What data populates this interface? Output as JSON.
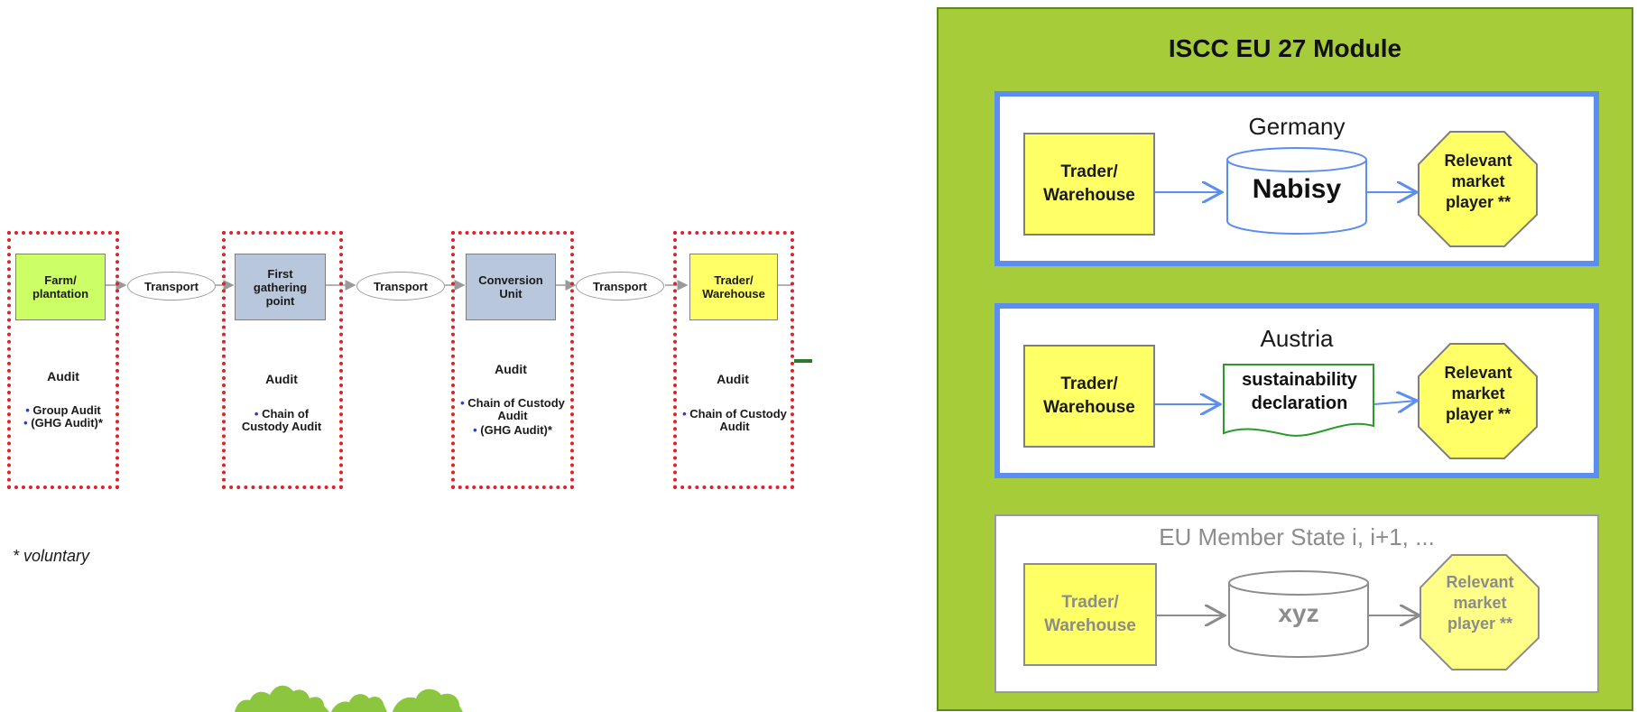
{
  "chain": {
    "stage1": {
      "box": "Farm/ plantation",
      "audit": "Audit",
      "items": [
        "Group Audit",
        "(GHG Audit)*"
      ]
    },
    "stage2": {
      "box": "First gathering point",
      "audit": "Audit",
      "items": [
        "Chain of Custody Audit"
      ]
    },
    "stage3": {
      "box": "Conversion Unit",
      "audit": "Audit",
      "items": [
        "Chain of Custody Audit",
        "(GHG Audit)*"
      ]
    },
    "stage4": {
      "box": "Trader/ Warehouse",
      "audit": "Audit",
      "items": [
        "Chain of Custody Audit"
      ]
    },
    "transport": [
      "Transport",
      "Transport",
      "Transport"
    ]
  },
  "footnote": "*  voluntary",
  "module": {
    "title": "ISCC  EU 27 Module",
    "germany": {
      "title": "Germany",
      "trader": "Trader/ Warehouse",
      "middle": "Nabisy",
      "player": "Relevant market player **"
    },
    "austria": {
      "title": "Austria",
      "trader": "Trader/ Warehouse",
      "middle": "sustainability declaration",
      "player": "Relevant market player **"
    },
    "member": {
      "title": "EU Member State i, i+1, ...",
      "trader": "Trader/ Warehouse",
      "middle": "xyz",
      "player": "Relevant market player **"
    }
  },
  "colors": {
    "module_bg": "#a6cc3a",
    "panel_border": "#5b8ef0",
    "audit_border": "#e0202a",
    "arrow_green": "#2a7a2a"
  }
}
